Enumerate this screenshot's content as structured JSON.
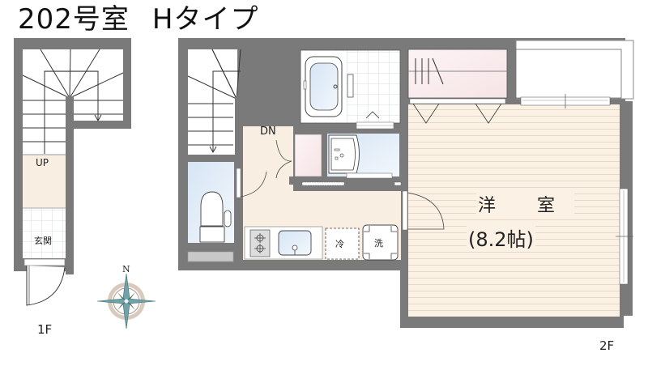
{
  "title": {
    "unit": "202号室",
    "type": "Hタイプ"
  },
  "floors": {
    "first": {
      "label": "1F",
      "rooms": {
        "stairs_label": "UP",
        "entrance": "玄関"
      }
    },
    "second": {
      "label": "2F",
      "stairs_label": "DN",
      "main_room": {
        "name": "洋 室",
        "size": "(8.2帖)"
      },
      "fixtures": {
        "fridge": "冷",
        "washer": "洗"
      }
    }
  },
  "compass": {
    "north_label": "N"
  },
  "colors": {
    "wall": "#7a7a7a",
    "floor_wood": "#f8efe2",
    "bath_blue": "#dfeaf6",
    "closet_pink": "#f8e8ea",
    "text": "#222222"
  }
}
